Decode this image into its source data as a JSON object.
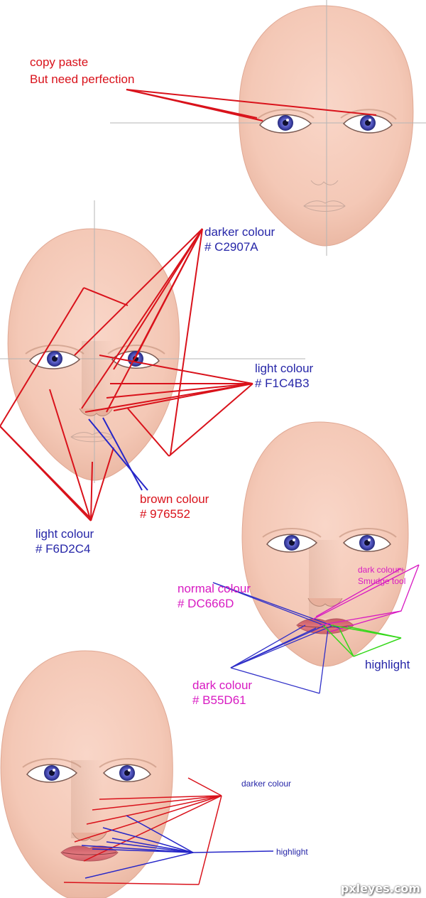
{
  "colors": {
    "red_annotation": "#d9121b",
    "blue_annotation": "#2626a8",
    "magenta_annotation": "#d81ac2",
    "green_annotation": "#35d81a",
    "skin": "#f6d2c4",
    "iris": "#4b4fb8",
    "lips": "#dc666d"
  },
  "annotations": {
    "copy_paste": "copy paste",
    "need_perfection": "But need perfection",
    "darker_colour_title": "darker colour",
    "darker_colour_hex": "# C2907A",
    "light_colour_1_title": "light colour",
    "light_colour_1_hex": "# F1C4B3",
    "brown_colour_title": "brown colour",
    "brown_colour_hex": "# 976552",
    "light_colour_2_title": "light colour",
    "light_colour_2_hex": "# F6D2C4",
    "normal_colour_title": "normal colour",
    "normal_colour_hex": "# DC666D",
    "dark_colour_smudge_1": "dark colour+",
    "dark_colour_smudge_2": "Smudge tool",
    "highlight_1": "highlight",
    "dark_colour_title": "dark colour",
    "dark_colour_hex": "# B55D61",
    "darker_colour_small": "darker colour",
    "highlight_small": "highlight"
  },
  "watermark": "pxleyes.com",
  "icons": [
    "face-illustration",
    "eye-icon",
    "lips-icon",
    "guide-line"
  ]
}
